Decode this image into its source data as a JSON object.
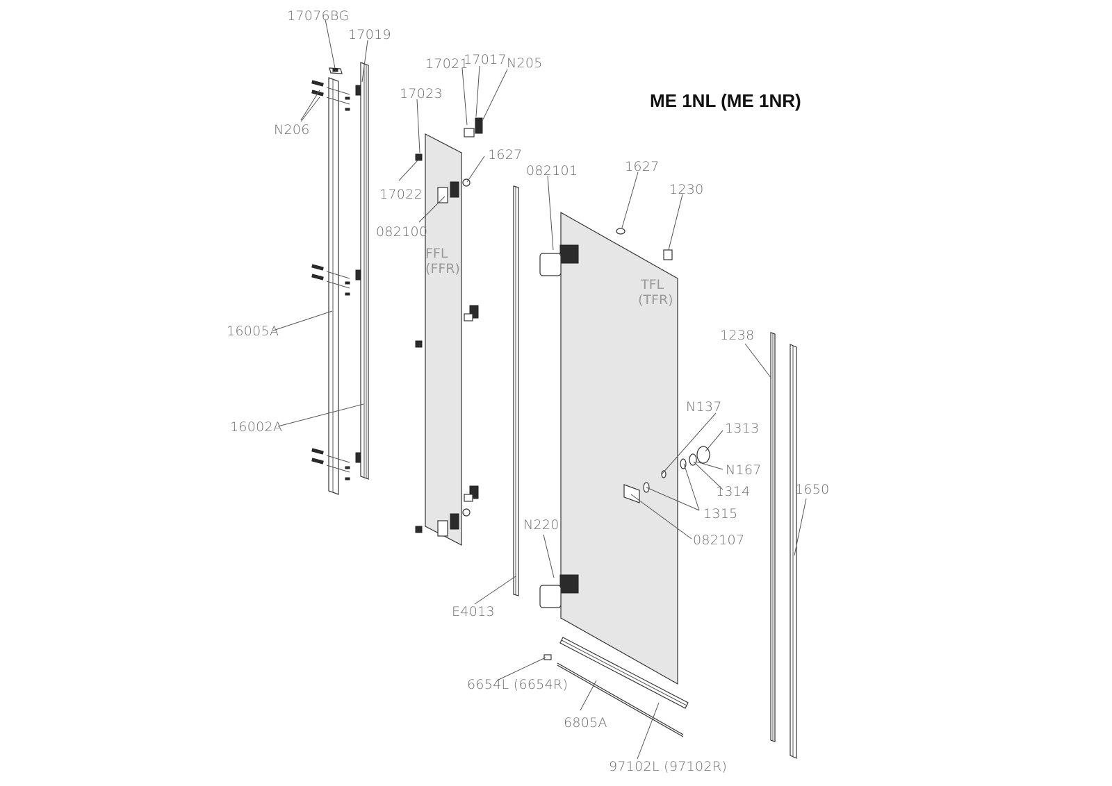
{
  "title": "ME 1NL (ME 1NR)",
  "panels": {
    "fixed": [
      "FFL",
      "(FFR)"
    ],
    "door": [
      "TFL",
      "(TFR)"
    ]
  },
  "labels": [
    {
      "id": "17076BG",
      "text": "17076BG"
    },
    {
      "id": "17019",
      "text": "17019"
    },
    {
      "id": "N206",
      "text": "N206"
    },
    {
      "id": "16005A",
      "text": "16005A"
    },
    {
      "id": "16002A",
      "text": "16002A"
    },
    {
      "id": "17021",
      "text": "17021"
    },
    {
      "id": "17017",
      "text": "17017"
    },
    {
      "id": "N205",
      "text": "N205"
    },
    {
      "id": "17023",
      "text": "17023"
    },
    {
      "id": "17022",
      "text": "17022"
    },
    {
      "id": "1627a",
      "text": "1627"
    },
    {
      "id": "082100",
      "text": "082100"
    },
    {
      "id": "082101",
      "text": "082101"
    },
    {
      "id": "1627b",
      "text": "1627"
    },
    {
      "id": "1230",
      "text": "1230"
    },
    {
      "id": "1238",
      "text": "1238"
    },
    {
      "id": "N137",
      "text": "N137"
    },
    {
      "id": "1313",
      "text": "1313"
    },
    {
      "id": "N167",
      "text": "N167"
    },
    {
      "id": "1314",
      "text": "1314"
    },
    {
      "id": "1315",
      "text": "1315"
    },
    {
      "id": "082107",
      "text": "082107"
    },
    {
      "id": "1650",
      "text": "1650"
    },
    {
      "id": "N220",
      "text": "N220"
    },
    {
      "id": "E4013",
      "text": "E4013"
    },
    {
      "id": "6654L",
      "text": "6654L (6654R)"
    },
    {
      "id": "6805A",
      "text": "6805A"
    },
    {
      "id": "97102L",
      "text": "97102L (97102R)"
    }
  ]
}
